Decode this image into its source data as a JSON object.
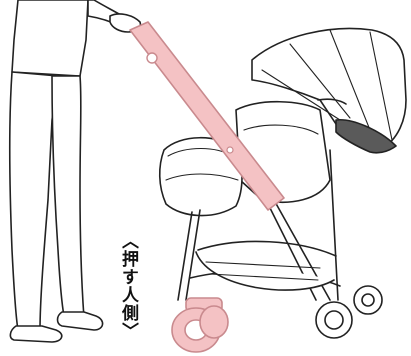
{
  "caption": {
    "text": "〈押す人側〉"
  },
  "colors": {
    "highlight_fill": "#f4c2c4",
    "highlight_stroke": "#c98a8e",
    "line": "#222222",
    "canopy_fill": "#5a5a5a"
  },
  "icons": {
    "person": "person-legs-icon",
    "stroller": "stroller-icon",
    "handlebar": "handlebar-highlight",
    "front_wheel": "front-wheel-highlight"
  }
}
